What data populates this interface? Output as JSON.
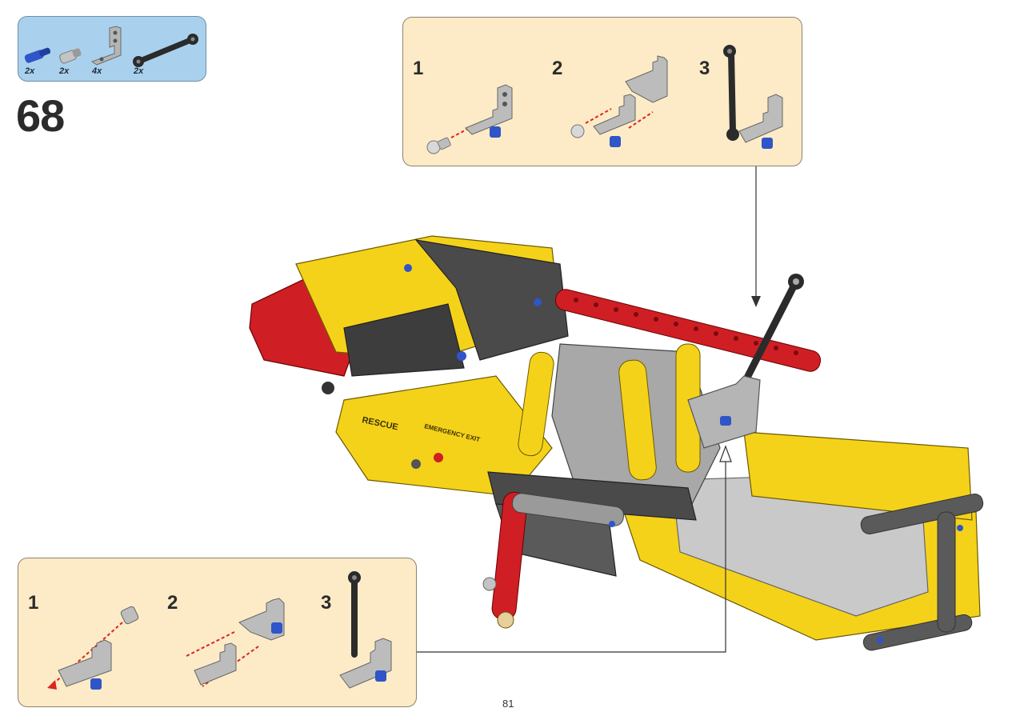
{
  "parts_list": {
    "items": [
      {
        "qty": "2x",
        "icon": "blue-axle-pin-icon",
        "color": "#2f55c8"
      },
      {
        "qty": "2x",
        "icon": "grey-pin-icon",
        "color": "#b5b5b5"
      },
      {
        "qty": "4x",
        "icon": "grey-l-beam-icon",
        "color": "#a9a9a9"
      },
      {
        "qty": "2x",
        "icon": "black-link-rod-icon",
        "color": "#2b2b2b"
      }
    ]
  },
  "step": {
    "number": "68"
  },
  "callout_top": {
    "steps": [
      "1",
      "2",
      "3"
    ]
  },
  "callout_bottom": {
    "steps": [
      "1",
      "2",
      "3"
    ]
  },
  "model": {
    "labels": [
      "RESCUE",
      "EMERGENCY EXIT"
    ],
    "colors": {
      "yellow": "#f5d21a",
      "red": "#cf1f24",
      "dark_grey": "#4a4a4a",
      "light_grey": "#b9b9b9",
      "blue": "#2f55c8"
    }
  },
  "page": {
    "number": "81"
  }
}
